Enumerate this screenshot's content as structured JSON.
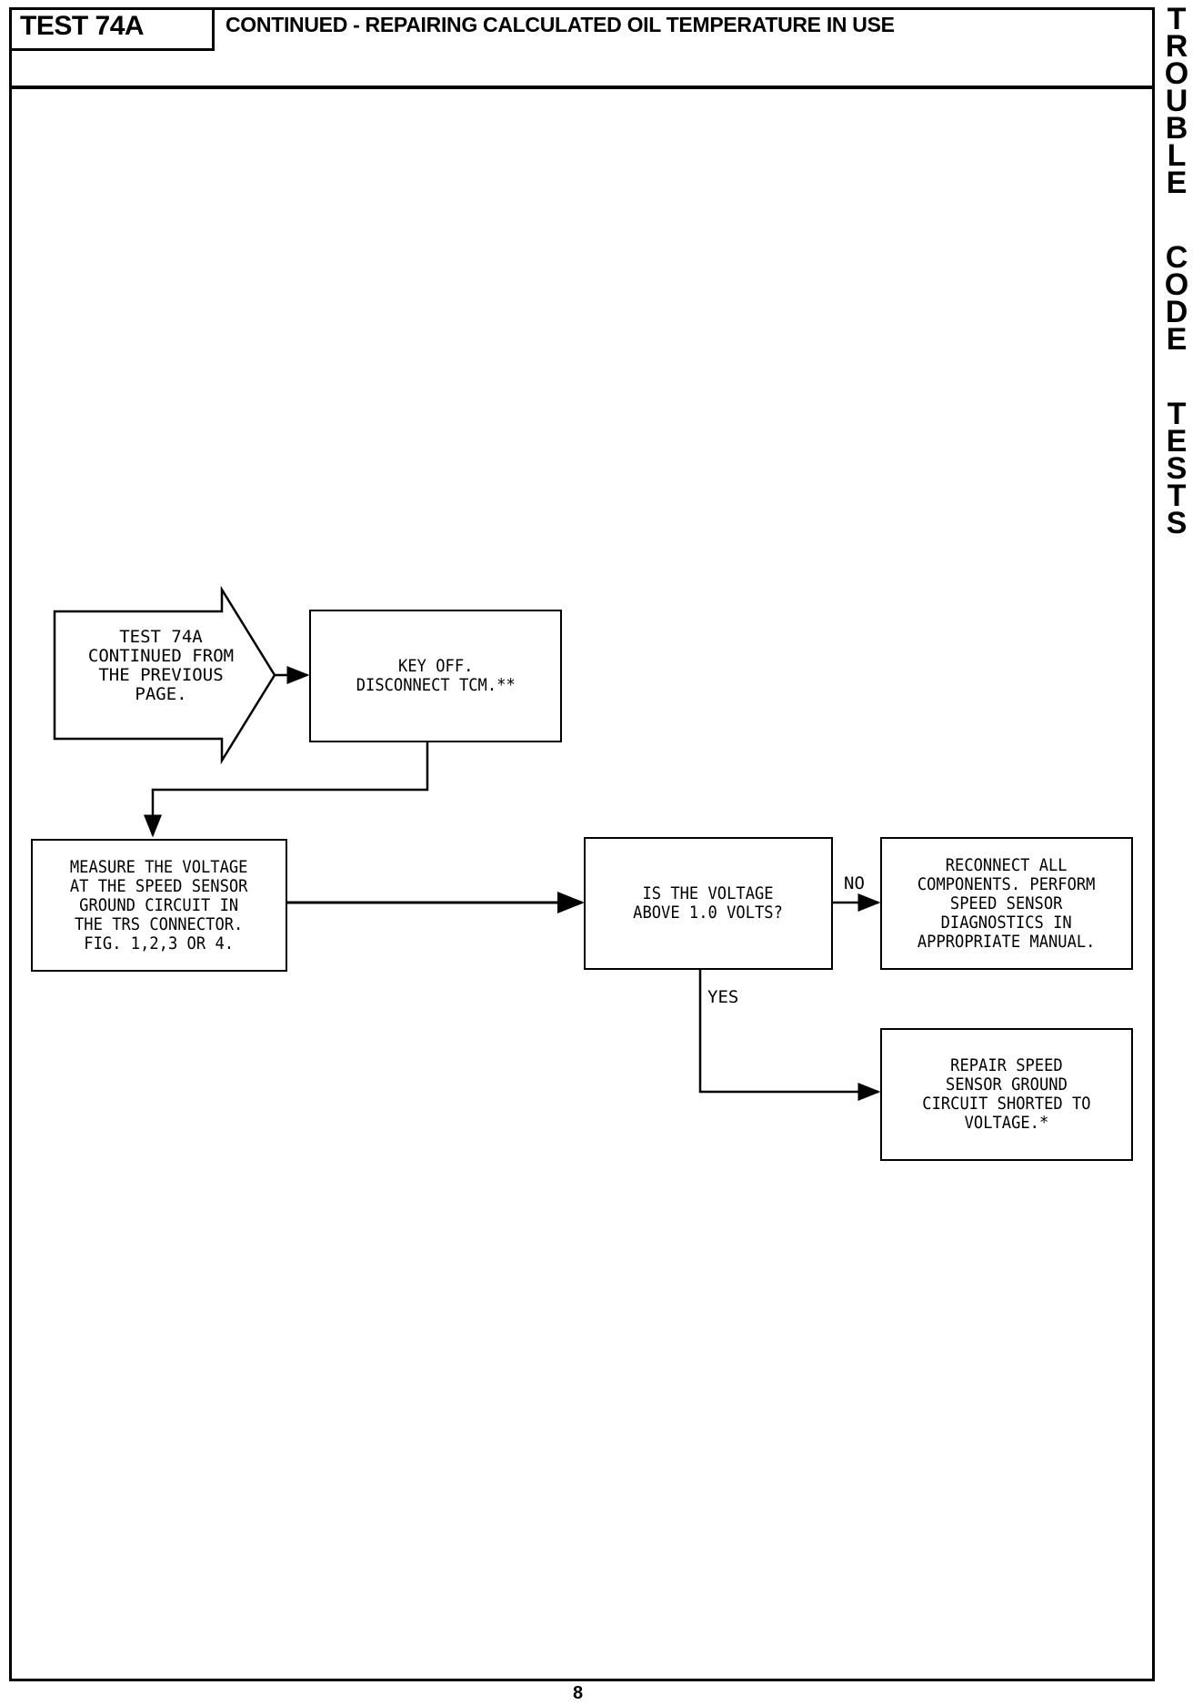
{
  "header": {
    "test_label": "TEST 74A",
    "title": "CONTINUED - REPAIRING CALCULATED OIL TEMPERATURE IN USE"
  },
  "side_tab": {
    "words": [
      "TROUBLE",
      "CODE",
      "TESTS"
    ]
  },
  "flowchart": {
    "entry": "TEST 74A\nCONTINUED FROM\nTHE PREVIOUS\nPAGE.",
    "step1": "KEY OFF.\nDISCONNECT TCM.**",
    "step2": "MEASURE THE VOLTAGE\nAT THE SPEED SENSOR\nGROUND CIRCUIT IN\nTHE TRS CONNECTOR.\nFIG. 1,2,3 OR 4.",
    "decision": "IS THE VOLTAGE\nABOVE 1.0 VOLTS?",
    "no_label": "NO",
    "yes_label": "YES",
    "no_action": "RECONNECT ALL\nCOMPONENTS. PERFORM\nSPEED SENSOR\nDIAGNOSTICS IN\nAPPROPRIATE MANUAL.",
    "yes_action": "REPAIR SPEED\nSENSOR GROUND\nCIRCUIT SHORTED TO\nVOLTAGE.*"
  },
  "footer": {
    "page_number": "8"
  }
}
